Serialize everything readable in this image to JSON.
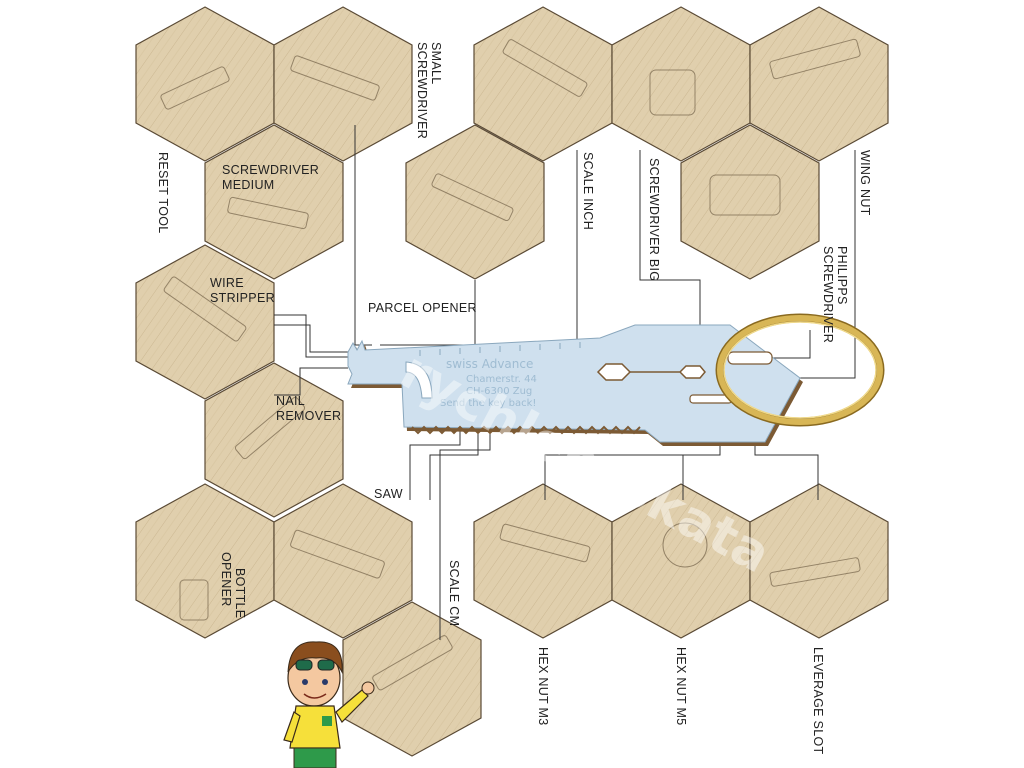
{
  "key": {
    "brand": "swiss Advance",
    "line1": "Chamerstr. 44",
    "line2": "CH-6300 Zug",
    "line3": "Send the key back!"
  },
  "labels": {
    "reset_tool": "RESET TOOL",
    "screwdriver_small_1": "SCREWDRIVER",
    "screwdriver_small_2": "SMALL",
    "screwdriver_medium_1": "SCREWDRIVER",
    "screwdriver_medium_2": "MEDIUM",
    "wire_stripper_1": "WIRE",
    "wire_stripper_2": "STRIPPER",
    "parcel_opener": "PARCEL OPENER",
    "nail_remover_1": "NAIL",
    "nail_remover_2": "REMOVER",
    "saw": "SAW",
    "bottle_opener_1": "BOTTLE",
    "bottle_opener_2": "OPENER",
    "scale_cm": "SCALE CM",
    "scale_inch": "SCALE INCH",
    "screwdriver_big": "SCREWDRIVER BIG",
    "wing_nut": "WING NUT",
    "philipps_1": "PHILIPPS",
    "philipps_2": "SCREWDRIVER",
    "hex_nut_m3": "HEX NUT M3",
    "hex_nut_m5": "HEX NUT M5",
    "leverage_slot": "LEVERAGE SLOT"
  },
  "watermark": "rychleprokata",
  "colors": {
    "hex_fill": "#e0cfad",
    "hex_stroke": "#5a4a35",
    "key_fill": "#cfe0ee",
    "ring": "#c9a646"
  }
}
